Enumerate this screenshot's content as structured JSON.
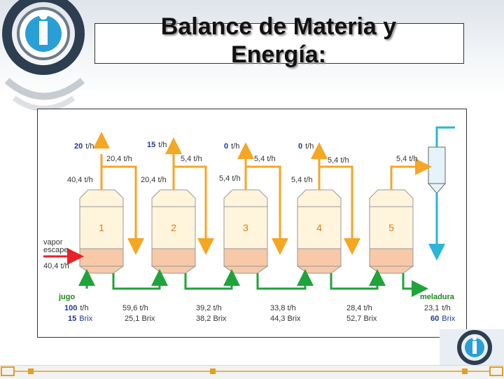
{
  "slide": {
    "title_line1": "Balance de Materia y",
    "title_line2": "Energía:"
  },
  "colors": {
    "vapor_line": "#f5a623",
    "liquid_line": "#1fa33a",
    "steam_in": "#e8202a",
    "condenser_water": "#2bb5d8",
    "vessel_top": "#fff4dc",
    "vessel_bottom": "#f7c9a8",
    "highlight_text": "#1a3a9a",
    "brix_text": "#1a3a9a",
    "green_label": "#1a8a1a",
    "effect_number": "#e07a10"
  },
  "diagram": {
    "effects": [
      "1",
      "2",
      "3",
      "4",
      "5"
    ],
    "vapor_top_rates": [
      "20",
      "15",
      "0",
      "0"
    ],
    "vapor_top_unit": "t/h",
    "vapor_mid_rates": [
      "20,4 t/h",
      "5,4 t/h",
      "5,4 t/h",
      "5,4 t/h",
      "5,4 t/h"
    ],
    "vapor_low_rates": [
      "40,4 t/h",
      "20,4 t/h",
      "5,4 t/h",
      "5,4 t/h"
    ],
    "steam_label_1": "vapor",
    "steam_label_2": "escape",
    "steam_rate": "40,4 t/h",
    "feed_label": "jugo",
    "product_label": "meladura",
    "flows": [
      {
        "rate": "100",
        "unit": "t/h",
        "brix": "15",
        "brix_unit": "Brix"
      },
      {
        "rate": "59,6 t/h",
        "brix": "25,1 Brix"
      },
      {
        "rate": "39,2 t/h",
        "brix": "38,2 Brix"
      },
      {
        "rate": "33,8 t/h",
        "brix": "44,3 Brix"
      },
      {
        "rate": "28,4 t/h",
        "brix": "52,7 Brix"
      },
      {
        "rate": "23,1",
        "unit": "t/h",
        "brix": "60",
        "brix_unit": "Brix"
      }
    ]
  }
}
